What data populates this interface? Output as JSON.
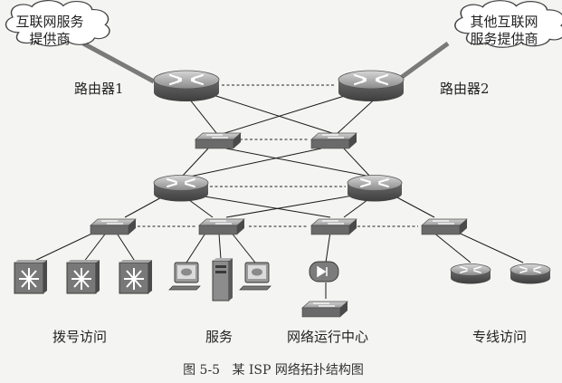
{
  "clouds": {
    "left": {
      "line1": "互联网服务",
      "line2": "提供商"
    },
    "right": {
      "line1": "其他互联网",
      "line2": "服务提供商"
    }
  },
  "routers": {
    "r1": "路由器1",
    "r2": "路由器2"
  },
  "groups": {
    "dialup": "拨号访问",
    "service": "服务",
    "noc": "网络运行中心",
    "leased": "专线访问"
  },
  "caption": "图 5-5   某 ISP 网络拓扑结构图",
  "colors": {
    "device_dark": "#6e6e6e",
    "device_light": "#bdbdbd",
    "line": "#1a1a1a",
    "uplink": "#7a7a7a"
  }
}
